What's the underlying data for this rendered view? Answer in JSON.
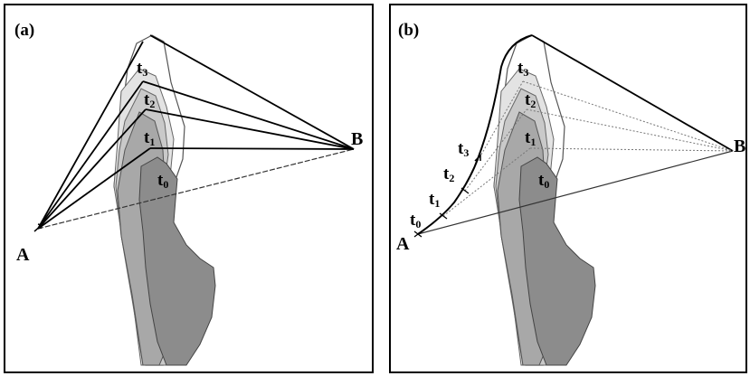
{
  "panels": [
    {
      "id": "a",
      "label": "(a)",
      "point_a": "A",
      "point_b": "B",
      "time_labels": [
        {
          "t": "t",
          "sub": "0"
        },
        {
          "t": "t",
          "sub": "1"
        },
        {
          "t": "t",
          "sub": "2"
        },
        {
          "t": "t",
          "sub": "3"
        }
      ]
    },
    {
      "id": "b",
      "label": "(b)",
      "point_a": "A",
      "point_b": "B",
      "time_labels": [
        {
          "t": "t",
          "sub": "0"
        },
        {
          "t": "t",
          "sub": "1"
        },
        {
          "t": "t",
          "sub": "2"
        },
        {
          "t": "t",
          "sub": "3"
        }
      ],
      "path_labels": [
        {
          "t": "t",
          "sub": "0"
        },
        {
          "t": "t",
          "sub": "1"
        },
        {
          "t": "t",
          "sub": "2"
        },
        {
          "t": "t",
          "sub": "3"
        }
      ]
    }
  ]
}
